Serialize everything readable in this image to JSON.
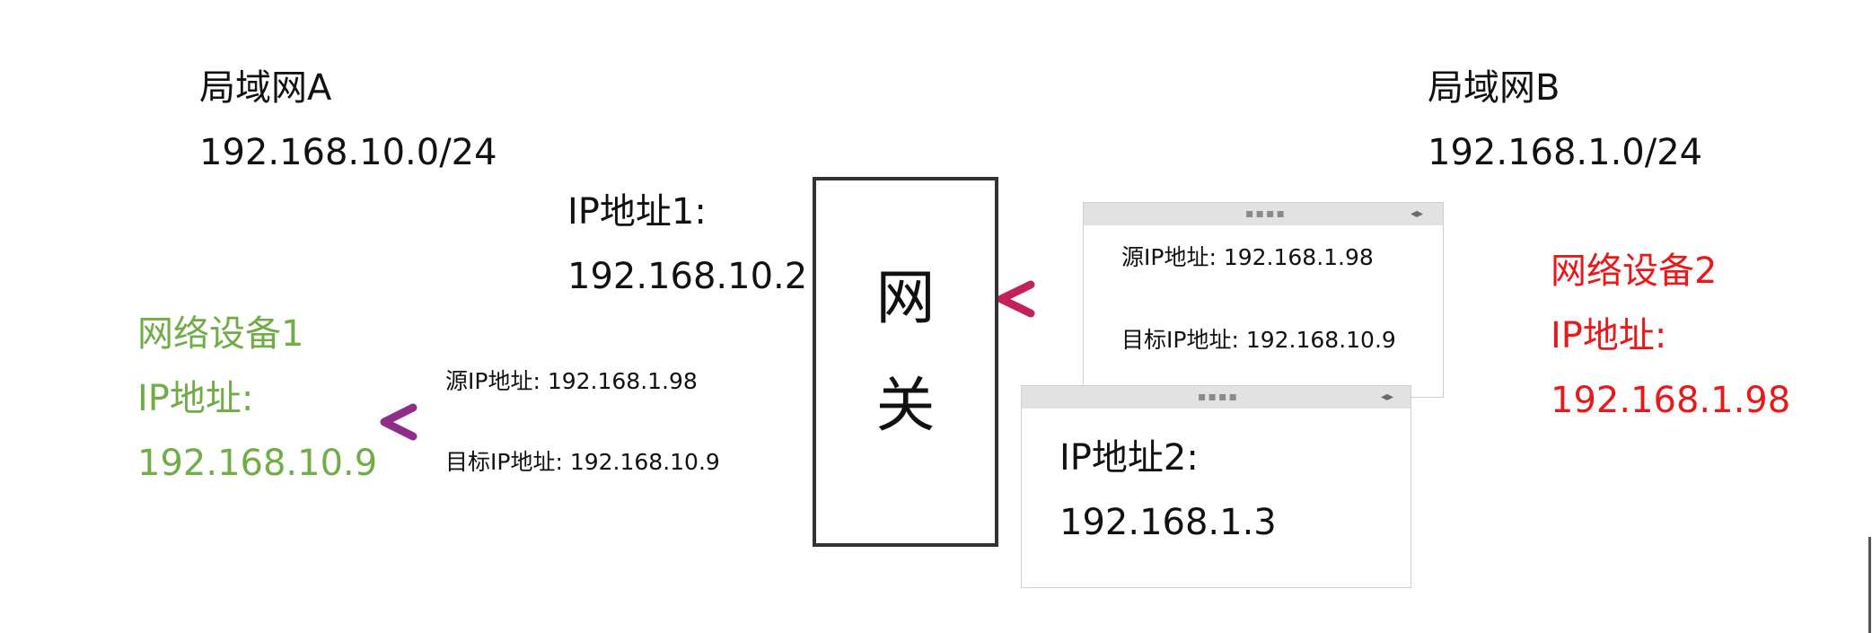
{
  "lan_a": {
    "name": "局域网A",
    "subnet": "192.168.10.0/24"
  },
  "lan_b": {
    "name": "局域网B",
    "subnet": "192.168.1.0/24"
  },
  "gateway": {
    "char1": "网",
    "char2": "关",
    "ip1_label": "IP地址1:",
    "ip1_value": "192.168.10.2",
    "ip2_label": "IP地址2:",
    "ip2_value": "192.168.1.3"
  },
  "device1": {
    "name": "网络设备1",
    "ip_label": "IP地址:",
    "ip_value": "192.168.10.9",
    "color": "#70ad47"
  },
  "device2": {
    "name": "网络设备2",
    "ip_label": "IP地址:",
    "ip_value": "192.168.1.98",
    "color": "#e8191a"
  },
  "packet_in": {
    "src": "源IP地址: 192.168.1.98",
    "dst": "目标IP地址: 192.168.10.9"
  },
  "packet_out": {
    "src": "源IP地址: 192.168.1.98",
    "dst": "目标IP地址: 192.168.10.9"
  },
  "panel_controls": {
    "grip": "▪▪▪▪",
    "arrows": "◂▸"
  }
}
